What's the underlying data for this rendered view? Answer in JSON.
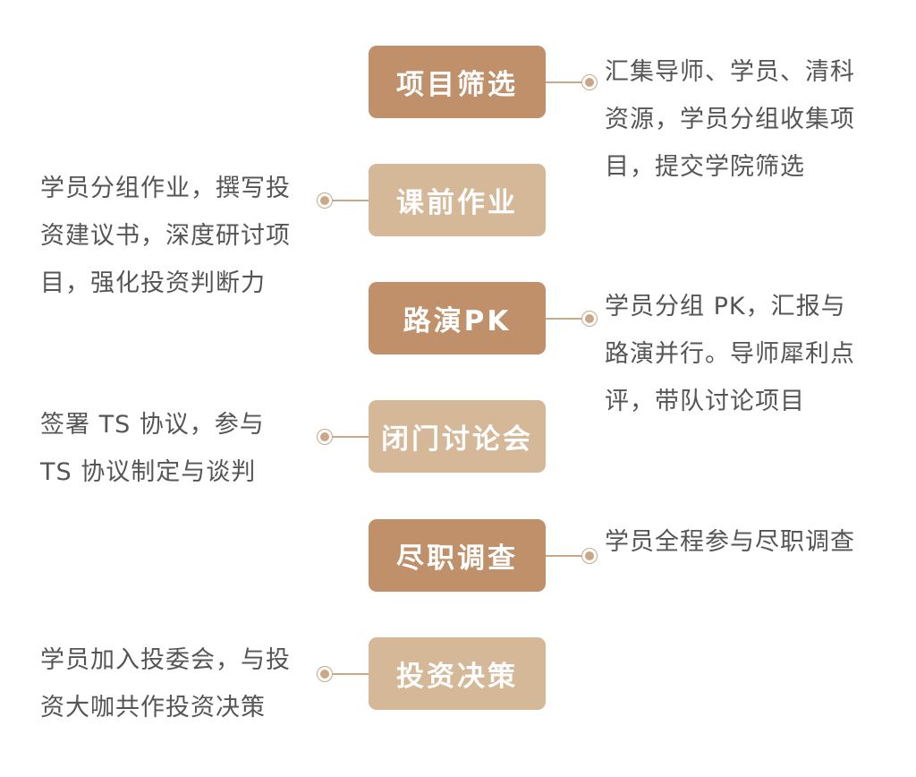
{
  "colors": {
    "dark_box": "#bf906a",
    "light_box": "#d4b898",
    "line": "#c9a787",
    "text": "#555555"
  },
  "steps": [
    {
      "label": "项目筛选",
      "tone": "dark",
      "side": "right",
      "lines": [
        "汇集导师、学员、清科",
        "资源，学员分组收集项",
        "目，提交学院筛选"
      ]
    },
    {
      "label": "课前作业",
      "tone": "light",
      "side": "left",
      "lines": [
        "学员分组作业，撰写投",
        "资建议书，深度研讨项",
        "目，强化投资判断力"
      ]
    },
    {
      "label": "路演PK",
      "tone": "dark",
      "side": "right",
      "lines": [
        "学员分组 PK，汇报与",
        "路演并行。导师犀利点",
        "评，带队讨论项目"
      ]
    },
    {
      "label": "闭门讨论会",
      "tone": "light",
      "side": "left",
      "lines": [
        "签署 TS 协议，参与",
        "TS 协议制定与谈判"
      ]
    },
    {
      "label": "尽职调查",
      "tone": "dark",
      "side": "right",
      "lines": [
        "学员全程参与尽职调查"
      ]
    },
    {
      "label": "投资决策",
      "tone": "light",
      "side": "left",
      "lines": [
        "学员加入投委会，与投",
        "资大咖共作投资决策"
      ]
    }
  ]
}
